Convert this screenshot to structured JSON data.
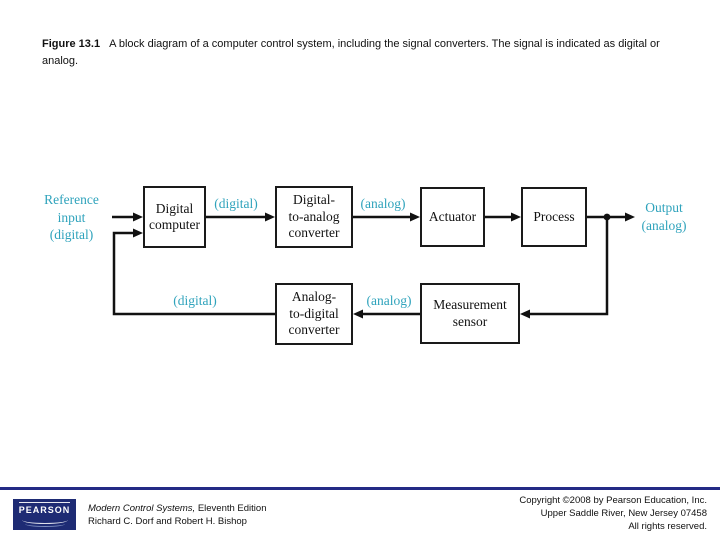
{
  "caption": {
    "figure_label": "Figure 13.1",
    "text": "A block diagram of a computer control system, including the signal converters. The signal is indicated as digital or analog."
  },
  "diagram": {
    "signal_color": "#2FA3BC",
    "line_color": "#111111",
    "reference_label": "Reference\ninput\n(digital)",
    "output_label": "Output\n(analog)",
    "signals": {
      "top_digital": "(digital)",
      "top_analog": "(analog)",
      "bottom_digital": "(digital)",
      "bottom_analog": "(analog)"
    },
    "blocks": {
      "digital_computer": "Digital\ncomputer",
      "da_converter": "Digital-\nto-analog\nconverter",
      "actuator": "Actuator",
      "process": "Process",
      "ad_converter": "Analog-\nto-digital\nconverter",
      "sensor": "Measurement\nsensor"
    }
  },
  "footer": {
    "logo_text": "PEARSON",
    "book_title_italic": "Modern Control Systems,",
    "book_title_rest": " Eleventh Edition",
    "authors": "Richard C. Dorf and Robert H. Bishop",
    "copyright_lines": [
      "Copyright ©2008 by Pearson Education, Inc.",
      "Upper Saddle River, New Jersey 07458",
      "All rights reserved."
    ]
  }
}
